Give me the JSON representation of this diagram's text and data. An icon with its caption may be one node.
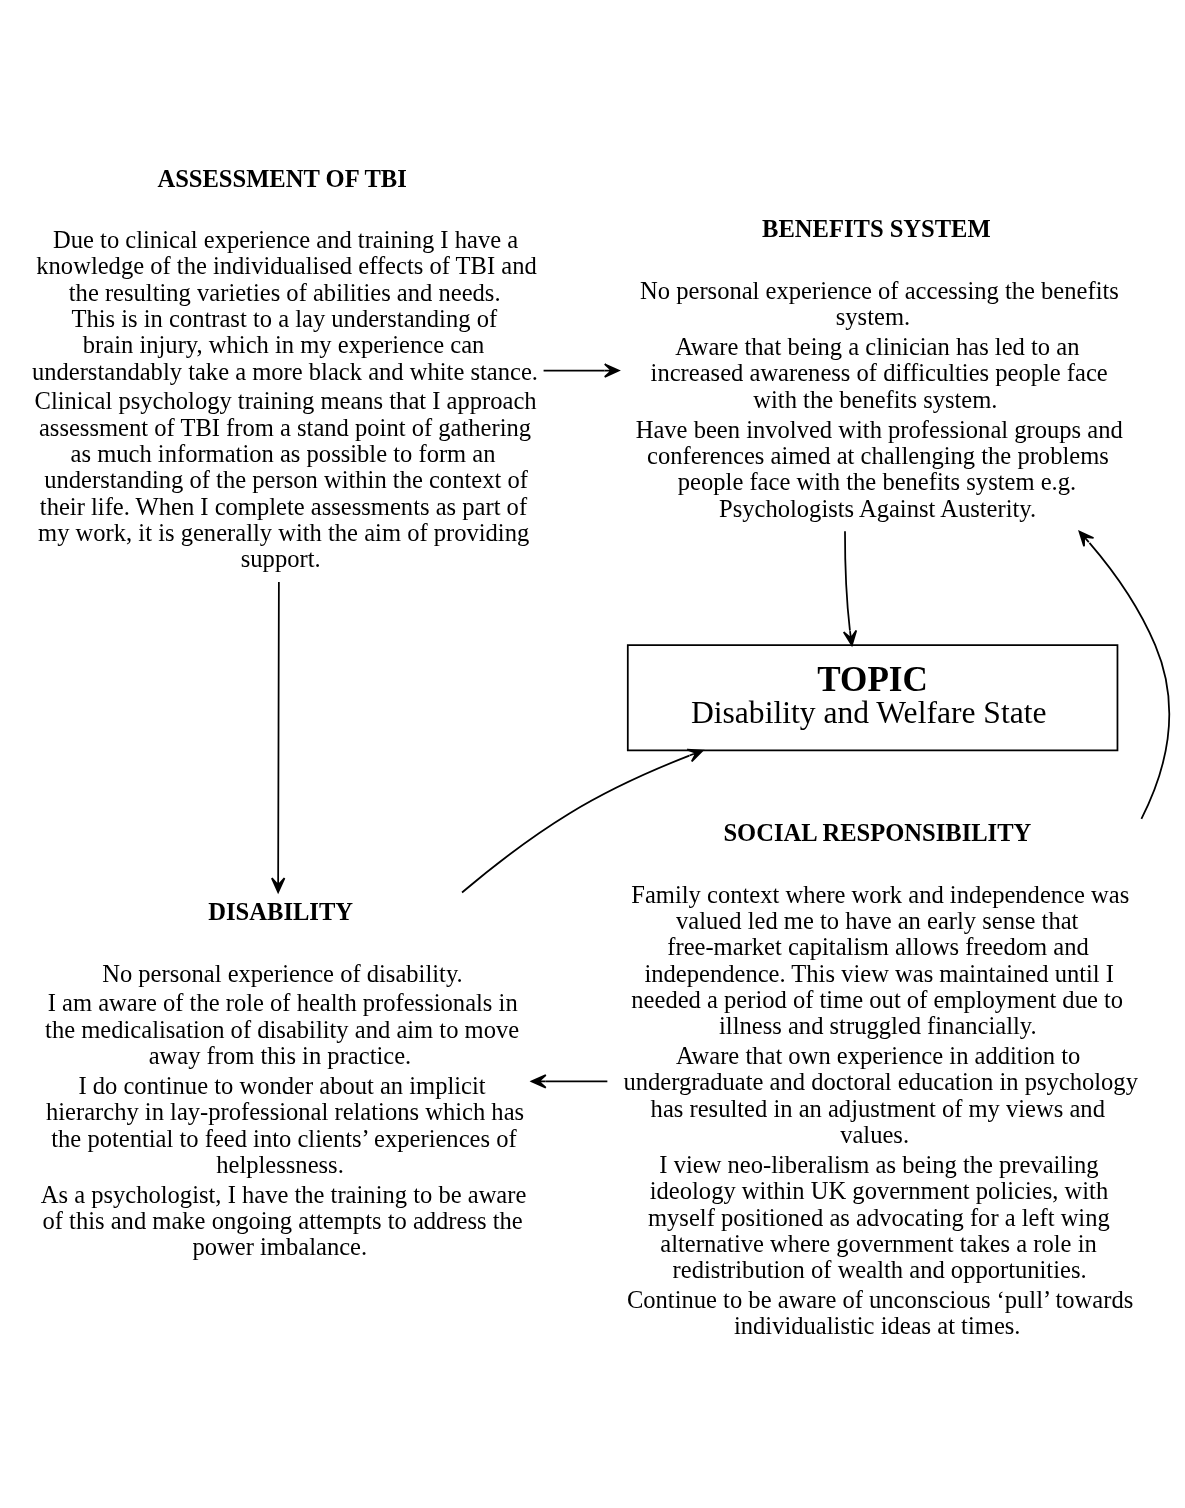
{
  "diagram": {
    "nodes": [
      {
        "text": [
          "ASSESSMENT OF TBI",
          "Due to clinical experience and training I have a knowledge of the individualised effects of TBI and the resulting varieties of abilities and needs. This is in contrast to a lay understanding of brain injury, which in my experience can understandably take a more black and white stance.",
          "Clinical psychology training means that I approach assessment of TBI from a stand point of gathering as much information as possible to form an understanding of the person within the context of their life. When I complete assessments as part of my work, it is generally with the aim of providing support."
        ]
      },
      {
        "text": [
          "BENEFITS SYSTEM",
          "No personal experience of accessing the benefits system.",
          "Aware that being a clinician has led to an increased awareness of difficulties people face with the benefits system.",
          "Have been involved with professional groups and conferences aimed at challenging the problems people face with the benefits system e.g. Psychologists Against Austerity."
        ]
      },
      {
        "text": [
          "TOPIC",
          "Disability and Welfare State"
        ]
      },
      {
        "text": [
          "DISABILITY",
          "No personal experience of disability.",
          "I am aware of the role of health professionals in the medicalisation of disability and aim to move away from this in practice.",
          "I do continue to wonder about an implicit hierarchy in lay-professional relations which has the potential to feed into clients’ experiences of helplessness.",
          "As a psychologist, I have the training to be aware of this and make ongoing attempts to address the power imbalance."
        ]
      },
      {
        "text": [
          "SOCIAL RESPONSIBILITY",
          "Family context where work and independence was valued led me to have an early sense that free-market capitalism allows freedom and independence. This view was maintained until I needed a period of time out of employment due to illness and struggled financially.",
          "Aware that own experience in addition to undergraduate and doctoral education in psychology has resulted in an adjustment of my views and values.",
          "I view neo-liberalism as being the prevailing ideology within UK government policies, with myself positioned as advocating for a left wing alternative where government takes a role in redistribution of wealth and opportunities.",
          "Continue to be aware of unconscious ‘pull’ towards individualistic ideas at times."
        ]
      }
    ],
    "edges": [
      {
        "from": 0,
        "to": 1,
        "arrow": "to"
      },
      {
        "from": 1,
        "to": 2,
        "arrow": "to"
      },
      {
        "from": 0,
        "to": 3,
        "arrow": "to"
      },
      {
        "from": 3,
        "to": 2,
        "arrow": "to"
      },
      {
        "from": 4,
        "to": 1,
        "arrow": "to"
      },
      {
        "from": 4,
        "to": 3,
        "arrow": "to"
      }
    ]
  }
}
